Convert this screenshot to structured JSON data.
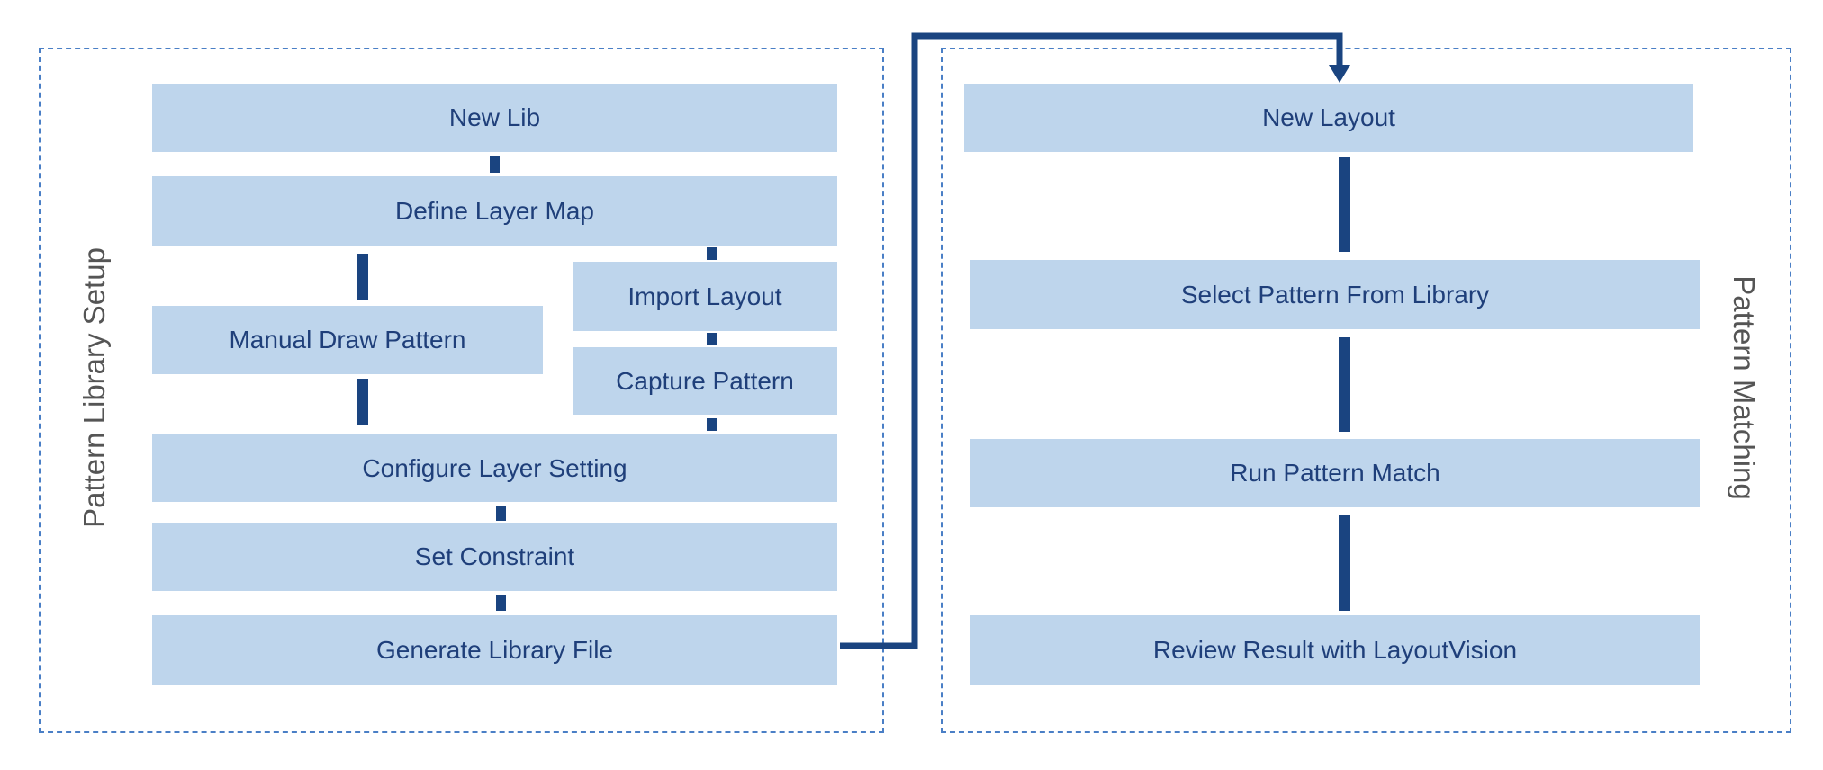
{
  "colors": {
    "box_fill": "#bed5ec",
    "box_text": "#1f3f7a",
    "connector": "#1a4480",
    "group_border": "#4a7fc6",
    "group_label": "#555555"
  },
  "groups": {
    "setup": {
      "label": "Pattern Library Setup",
      "steps": {
        "new_lib": "New Lib",
        "define_layer_map": "Define Layer Map",
        "manual_draw_pattern": "Manual Draw Pattern",
        "import_layout": "Import Layout",
        "capture_pattern": "Capture Pattern",
        "configure_layer_setting": "Configure Layer Setting",
        "set_constraint": "Set Constraint",
        "generate_library_file": "Generate Library File"
      }
    },
    "matching": {
      "label": "Pattern Matching",
      "steps": {
        "new_layout": "New Layout",
        "select_pattern": "Select Pattern From Library",
        "run_pattern_match": "Run Pattern Match",
        "review_result": "Review Result with LayoutVision"
      }
    }
  }
}
